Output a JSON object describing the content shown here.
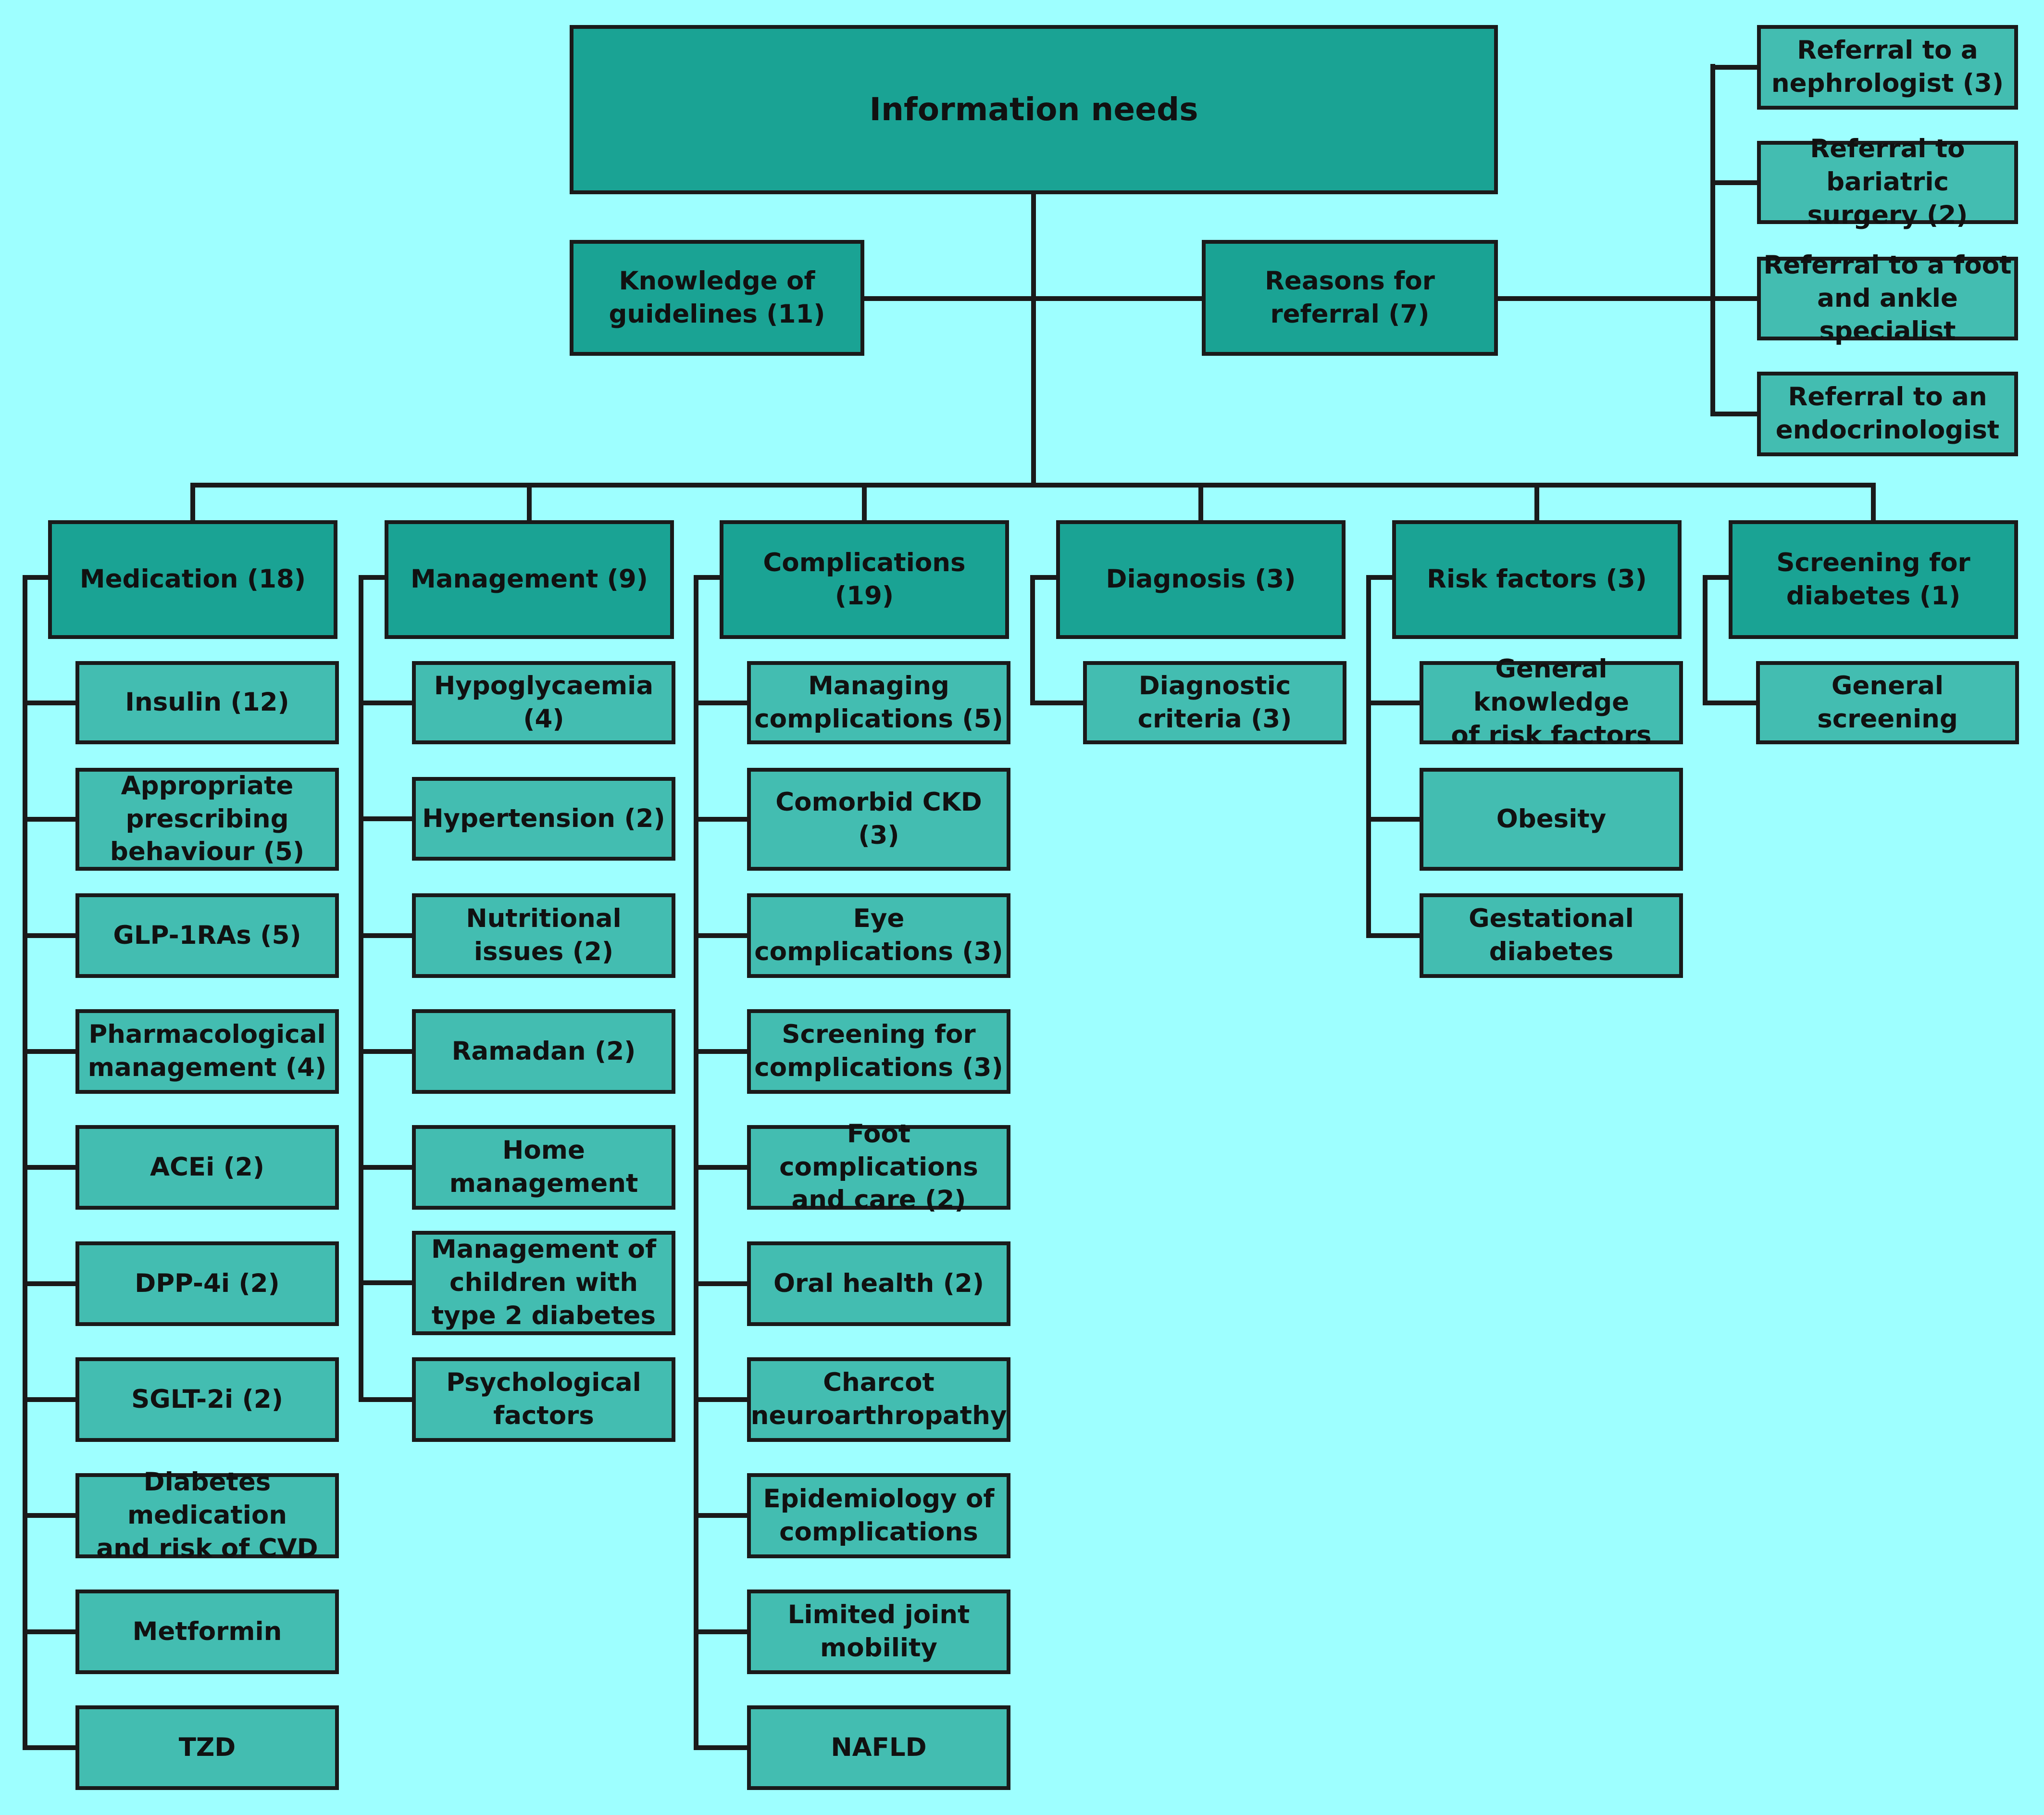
{
  "colors": {
    "background": "#9effff",
    "category_fill": "#1aa394",
    "leaf_fill": "#43bdb1",
    "line": "#1a1a1a"
  },
  "root": {
    "label": "Information needs"
  },
  "side_branches": {
    "guidelines": {
      "label": "Knowledge of\nguidelines (11)"
    },
    "referral": {
      "label": "Reasons for\nreferral (7)",
      "items": [
        "Referral to a\nnephrologist (3)",
        "Referral to bariatric\nsurgery (2)",
        "Referral to a foot\nand ankle specialist",
        "Referral to an\nendocrinologist"
      ]
    }
  },
  "categories": [
    {
      "label": "Medication (18)",
      "items": [
        "Insulin (12)",
        "Appropriate\nprescribing\nbehaviour (5)",
        "GLP-1RAs (5)",
        "Pharmacological\nmanagement (4)",
        "ACEi (2)",
        "DPP-4i (2)",
        "SGLT-2i (2)",
        "Diabetes medication\nand risk of CVD",
        "Metformin",
        "TZD"
      ]
    },
    {
      "label": "Management (9)",
      "items": [
        "Hypoglycaemia (4)",
        "Hypertension (2)",
        "Nutritional\nissues (2)",
        "Ramadan (2)",
        "Home management",
        "Management of\nchildren with\ntype 2 diabetes",
        "Psychological\nfactors"
      ]
    },
    {
      "label": "Complications\n(19)",
      "items": [
        "Managing\ncomplications (5)",
        "Comorbid CKD (3)",
        "Eye\ncomplications (3)",
        "Screening for\ncomplications (3)",
        "Foot complications\nand care (2)",
        "Oral health (2)",
        "Charcot\nneuroarthropathy",
        "Epidemiology of\ncomplications",
        "Limited joint\nmobility",
        "NAFLD"
      ]
    },
    {
      "label": "Diagnosis (3)",
      "items": [
        "Diagnostic\ncriteria (3)"
      ]
    },
    {
      "label": "Risk factors (3)",
      "items": [
        "General knowledge\nof risk factors",
        "Obesity",
        "Gestational diabetes"
      ]
    },
    {
      "label": "Screening for\ndiabetes (1)",
      "items": [
        "General screening"
      ]
    }
  ]
}
